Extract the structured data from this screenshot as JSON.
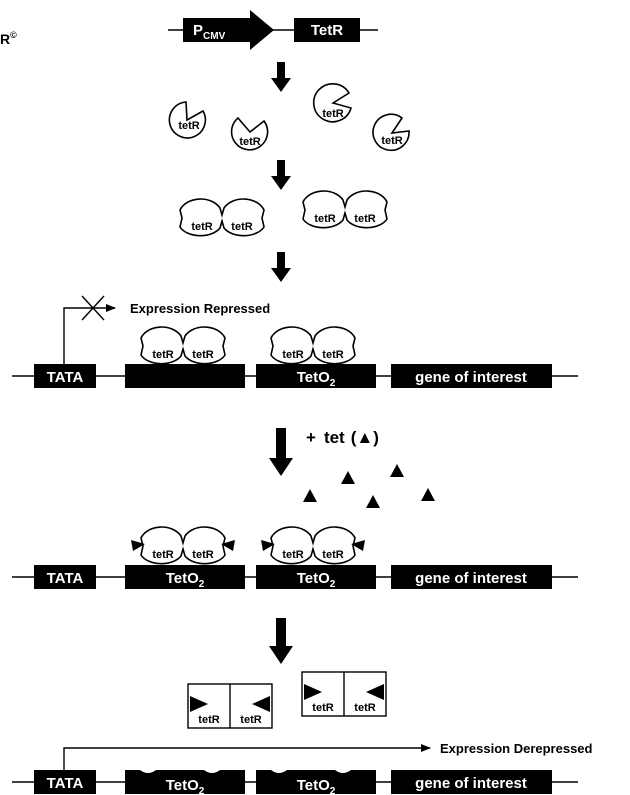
{
  "cassette": {
    "promoter_main": "P",
    "promoter_sub": "CMV",
    "gene": "TetR"
  },
  "monomer_label": "tetR",
  "repression": {
    "label": "Expression Repressed",
    "tata": "TATA",
    "operator_main": "TetO",
    "operator_sub": "2",
    "gene": "gene of interest"
  },
  "tet_addition": {
    "plus": "+",
    "label": "tet",
    "paren_open": "(",
    "symbol": "▲",
    "paren_close": ")"
  },
  "bound_state": {
    "tata": "TATA",
    "operator_main": "TetO",
    "operator_sub": "2",
    "gene": "gene of interest"
  },
  "derepression": {
    "label": "Expression Derepressed",
    "tata": "TATA",
    "operator_main": "TetO",
    "operator_sub": "2",
    "gene": "gene of interest"
  },
  "corner_mark": "R",
  "corner_symbol": "©",
  "colors": {
    "ink": "#000000",
    "paper": "#ffffff"
  }
}
